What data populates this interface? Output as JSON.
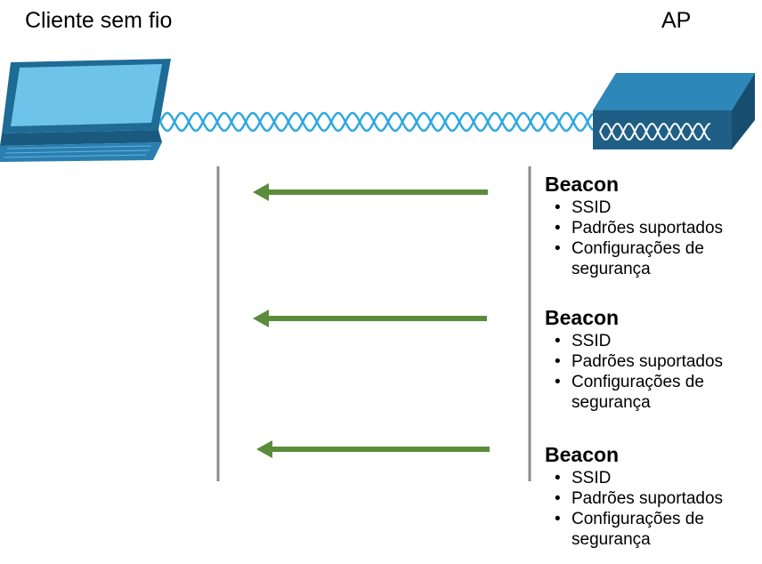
{
  "client": {
    "title": "Cliente sem fio"
  },
  "ap": {
    "title": "AP"
  },
  "colors": {
    "arrow": "#5b8c3a",
    "timeline": "#8c8c8c",
    "wave": "#2ea8e0",
    "laptop_dark": "#1e6b96",
    "ap_top": "#2d87b8",
    "ap_front": "#1f5f86"
  },
  "icons": {
    "client": "laptop-icon",
    "ap": "access-point-icon",
    "link": "wireless-wave-icon"
  },
  "beacons": [
    {
      "title": "Beacon",
      "items": [
        "SSID",
        "Padrões suportados",
        "Configurações de segurança"
      ]
    },
    {
      "title": "Beacon",
      "items": [
        "SSID",
        "Padrões suportados",
        "Configurações de segurança"
      ]
    },
    {
      "title": "Beacon",
      "items": [
        "SSID",
        "Padrões suportados",
        "Configurações de segurança"
      ]
    }
  ]
}
